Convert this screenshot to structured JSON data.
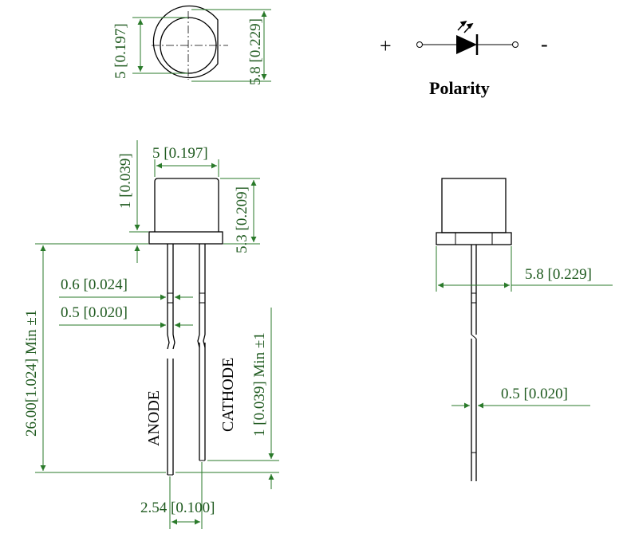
{
  "top_view": {
    "dim_lens_diameter": "5 [0.197]",
    "dim_flange_diameter": "5.8 [0.229]"
  },
  "polarity": {
    "plus": "+",
    "minus": "-",
    "label": "Polarity"
  },
  "front_view": {
    "dim_body_width": "5 [0.197]",
    "dim_flange_height": "1 [0.039]",
    "dim_body_height": "5.3 [0.209]",
    "dim_lead_length": "26.00[1.024] Min ±1",
    "dim_lead_width_wide": "0.6 [0.024]",
    "dim_lead_width_narrow": "0.5 [0.020]",
    "dim_lead_difference": "1 [0.039] Min ±1",
    "dim_lead_spacing": "2.54 [0.100]",
    "label_anode": "ANODE",
    "label_cathode": "CATHODE"
  },
  "side_view": {
    "dim_flange_width": "5.8 [0.229]",
    "dim_lead_thickness": "0.5 [0.020]"
  },
  "colors": {
    "dimension": "#2a7a2a",
    "outline": "#000000"
  }
}
